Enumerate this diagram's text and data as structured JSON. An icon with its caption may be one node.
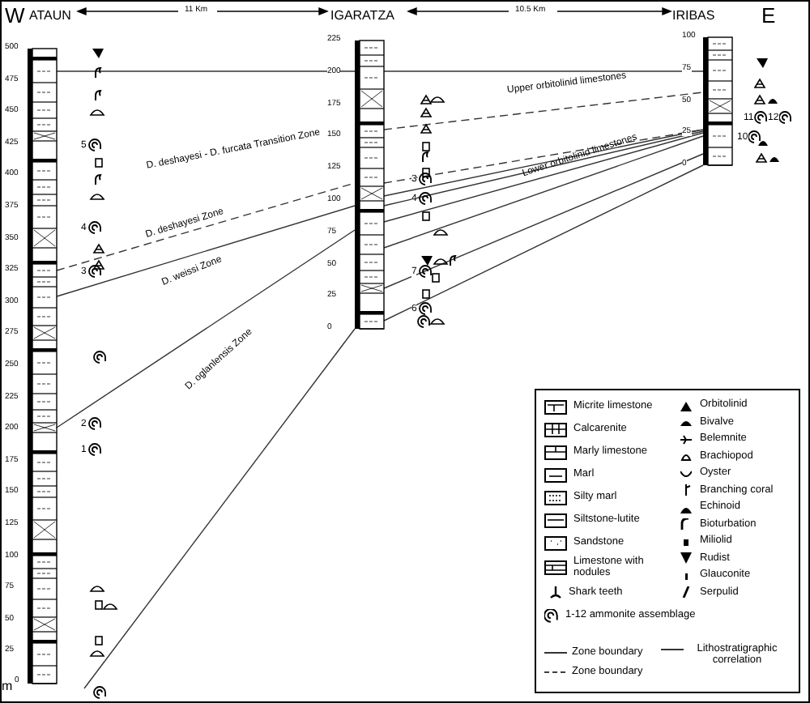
{
  "diagram": {
    "nodes": [
      {
        "text": [],
        "shape": "bar"
      },
      {
        "text": [],
        "shape": "bar"
      },
      {
        "text": [],
        "shape": "bar"
      }
    ],
    "edges": [
      {
        "from": 0,
        "to": 1,
        "arrow": "none"
      },
      {
        "from": 1,
        "to": 2,
        "arrow": "none"
      },
      {
        "from": 0,
        "to": 1,
        "arrow": "none",
        "style": "dashed"
      },
      {
        "from": 0,
        "to": 1,
        "arrow": "none"
      },
      {
        "from": 0,
        "to": 1,
        "arrow": "none"
      },
      {
        "from": 1,
        "to": 2,
        "arrow": "none",
        "style": "dashed"
      },
      {
        "from": 1,
        "to": 2,
        "arrow": "none",
        "style": "dashed"
      },
      {
        "from": 1,
        "to": 2,
        "arrow": "none"
      },
      {
        "from": 1,
        "to": 2,
        "arrow": "none"
      },
      {
        "from": 1,
        "to": 2,
        "arrow": "none"
      },
      {
        "from": 1,
        "to": 2,
        "arrow": "none"
      },
      {
        "from": 1,
        "to": 2,
        "arrow": "none"
      },
      {
        "from": 1,
        "to": 2,
        "arrow": "none"
      },
      {
        "from": 1,
        "to": null,
        "arrow": "none"
      }
    ],
    "labels": [
      "W",
      "ATAUN",
      "11 Km",
      "IGARATZA",
      "10.5 Km",
      "IRIBAS",
      "E",
      "500",
      "475",
      "450",
      "425",
      "400",
      "375",
      "350",
      "325",
      "300",
      "275",
      "250",
      "225",
      "200",
      "175",
      "150",
      "125",
      "100",
      "75",
      "50",
      "25",
      "m",
      "0",
      "225",
      "200",
      "175",
      "150",
      "125",
      "100",
      "75",
      "50",
      "25",
      "0",
      "100",
      "75",
      "50",
      "25",
      "0",
      "D. deshayesi - D. furcata Transition Zone",
      "D. deshayesi Zone",
      "D. weissi Zone",
      "D. oglanlensis Zone",
      "Upper orbitolinid limestones",
      "Lower orbitolinid limestones",
      "5",
      "4",
      "3",
      "2",
      "1",
      "3",
      "4",
      "7",
      "6",
      "11",
      "12",
      "10"
    ],
    "legend": [
      {
        "text": "Micrite limestone"
      },
      {
        "text": "Calcarenite"
      },
      {
        "text": "Marly limestone"
      },
      {
        "text": "Marl"
      },
      {
        "text": "Silty marl"
      },
      {
        "text": "Siltstone-lutite"
      },
      {
        "text": "Sandstone"
      },
      {
        "text": "Limestone with nodules"
      },
      {
        "text": "Shark teeth"
      },
      {
        "text": "1-12 ammonite assemblage"
      },
      {
        "text": "Orbitolinid"
      },
      {
        "text": "Bivalve"
      },
      {
        "text": "Belemnite"
      },
      {
        "text": "Brachiopod"
      },
      {
        "text": "Oyster"
      },
      {
        "text": "Branching coral"
      },
      {
        "text": "Echinoid"
      },
      {
        "text": "Bioturbation"
      },
      {
        "text": "Miliolid"
      },
      {
        "text": "Rudist"
      },
      {
        "text": "Glauconite"
      },
      {
        "text": "Serpulid"
      },
      {
        "text": "Zone boundary"
      },
      {
        "text": "Zone boundary"
      },
      {
        "text": "Lithostratigraphic correlation"
      }
    ]
  }
}
